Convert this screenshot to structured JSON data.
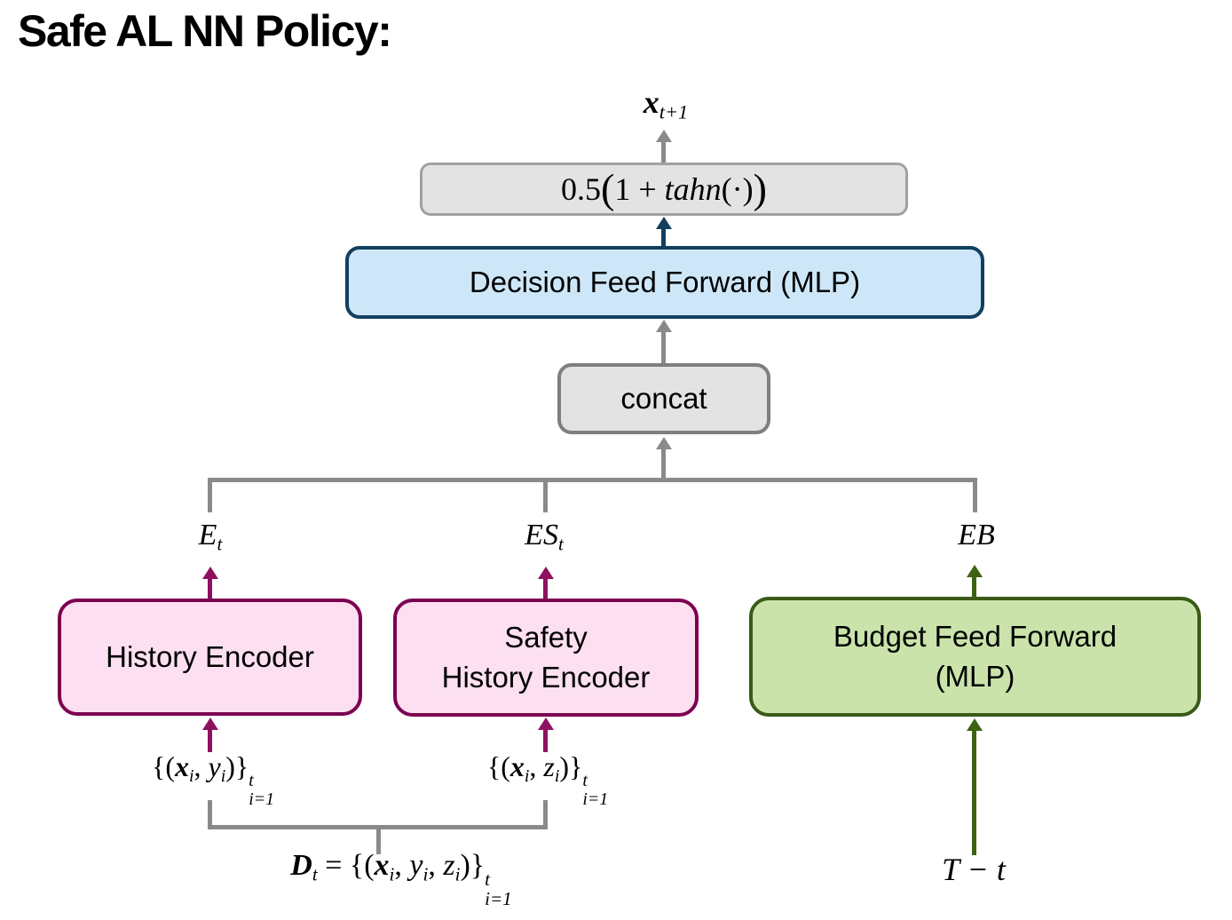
{
  "title": "Safe AL NN Policy:",
  "colors": {
    "gray_line": "#8a8a8a",
    "gray_fill": "#e4e3e3",
    "gray_border_light": "#a2a1a1",
    "gray_border_dark": "#7f7f7f",
    "navy": "#123f5e",
    "blue_fill": "#cde7f8",
    "magenta": "#8e1160",
    "magenta_border": "#7c0051",
    "pink_fill": "#fcdff0",
    "green": "#3e6212",
    "green_border": "#3a5a16",
    "green_fill": "#c9e3ab",
    "ink": "#000000"
  },
  "boxes": {
    "decision": {
      "label": "Decision Feed Forward (MLP)"
    },
    "concat": {
      "label": "concat"
    },
    "history_encoder": {
      "label": "History Encoder"
    },
    "safety_history_encoder": {
      "label": "Safety\nHistory Encoder"
    },
    "budget_ff": {
      "label": "Budget Feed Forward\n(MLP)"
    }
  },
  "math": {
    "output": [
      {
        "t": "x",
        "st": "bi"
      },
      {
        "t": "t+1",
        "st": "sub"
      }
    ],
    "activation": [
      {
        "t": "0.5"
      },
      {
        "t": "(",
        "st": "big"
      },
      {
        "t": "1 + "
      },
      {
        "t": "tahn",
        "st": "i"
      },
      {
        "t": "(·)"
      },
      {
        "t": ")",
        "st": "big"
      }
    ],
    "history_embedding": [
      {
        "t": "E",
        "st": "i"
      },
      {
        "t": "t",
        "st": "sub"
      }
    ],
    "safety_embedding": [
      {
        "t": "ES",
        "st": "i"
      },
      {
        "t": "t",
        "st": "sub"
      }
    ],
    "budget_embedding": [
      {
        "t": "EB",
        "st": "i"
      }
    ],
    "history_input": [
      {
        "t": "{("
      },
      {
        "t": "x",
        "st": "bi"
      },
      {
        "t": "i",
        "st": "sub"
      },
      {
        "t": ", "
      },
      {
        "t": "y",
        "st": "i"
      },
      {
        "t": "i",
        "st": "sub"
      },
      {
        "t": ")}"
      },
      {
        "t": "t|i=1",
        "st": "stack"
      }
    ],
    "safety_input": [
      {
        "t": "{("
      },
      {
        "t": "x",
        "st": "bi"
      },
      {
        "t": "i",
        "st": "sub"
      },
      {
        "t": ", "
      },
      {
        "t": "z",
        "st": "i"
      },
      {
        "t": "i",
        "st": "sub"
      },
      {
        "t": ")}"
      },
      {
        "t": "t|i=1",
        "st": "stack"
      }
    ],
    "dataset": [
      {
        "t": "D",
        "st": "frak"
      },
      {
        "t": "t",
        "st": "sub"
      },
      {
        "t": " = {("
      },
      {
        "t": "x",
        "st": "bi"
      },
      {
        "t": "i",
        "st": "sub"
      },
      {
        "t": ", "
      },
      {
        "t": "y",
        "st": "i"
      },
      {
        "t": "i",
        "st": "sub"
      },
      {
        "t": ", "
      },
      {
        "t": "z",
        "st": "i"
      },
      {
        "t": "i",
        "st": "sub"
      },
      {
        "t": ")}"
      },
      {
        "t": "t|i=1",
        "st": "stack"
      }
    ],
    "budget_input": [
      {
        "t": "T − t",
        "st": "i"
      }
    ]
  }
}
